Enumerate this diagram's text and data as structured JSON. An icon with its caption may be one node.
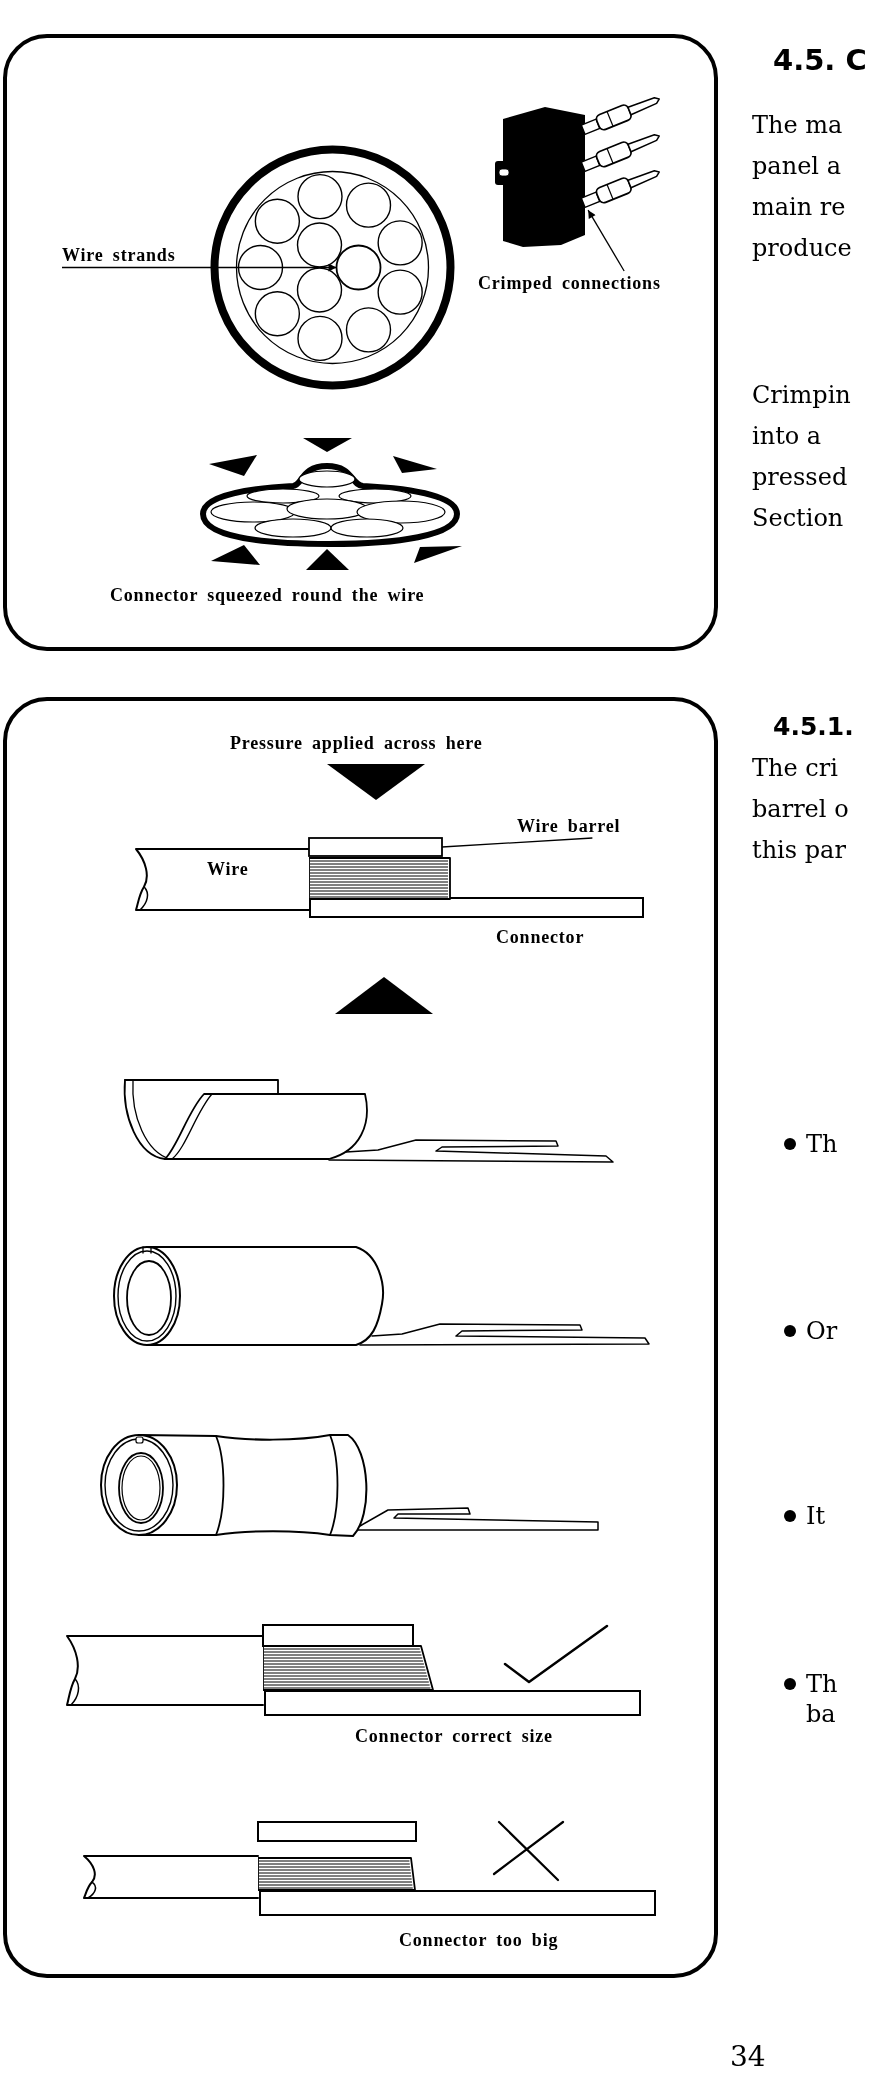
{
  "diagram": {
    "nodes": [
      {
        "text": [
          "Wire strands"
        ]
      },
      {
        "text": [],
        "shape": "circle"
      },
      {
        "text": [],
        "shape": "picture"
      },
      {
        "text": [
          "Crimped connections"
        ]
      },
      {
        "text": [
          "Wire barrel"
        ]
      },
      {
        "text": [],
        "shape": "box"
      }
    ],
    "edges": [
      {
        "from": 0,
        "to": 1,
        "arrow": "to"
      },
      {
        "from": 3,
        "to": 2,
        "arrow": "to"
      },
      {
        "from": 4,
        "to": 5,
        "arrow": "none"
      }
    ],
    "labels": [
      "Connector squeezed round the wire",
      "Pressure applied across here",
      "Wire",
      "Connector",
      "Connector correct size",
      "Connector too big",
      "4.5. C",
      "The ma panel a main re produce",
      "Crimpin into a pressed Section",
      "4.5.1.",
      "The cri barrel o this par",
      "Th",
      "Or",
      "It",
      "Th ba",
      "34"
    ]
  }
}
